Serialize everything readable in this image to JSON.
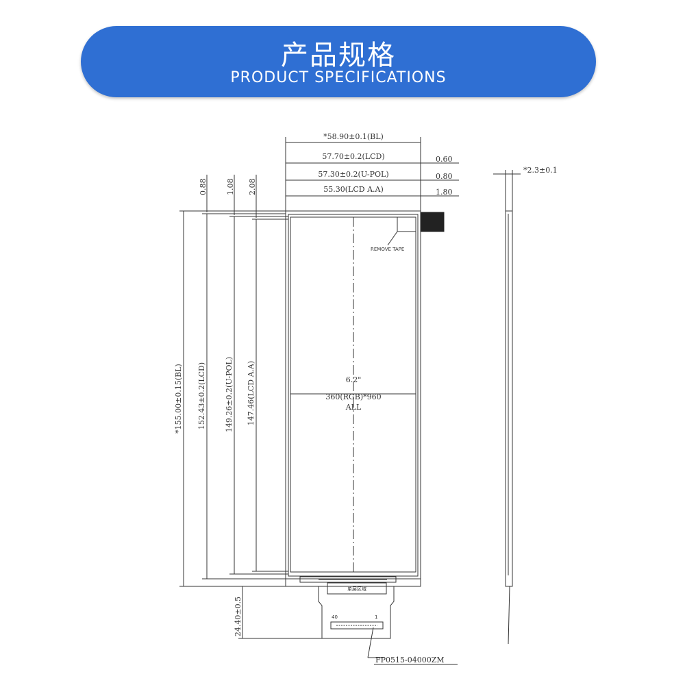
{
  "banner": {
    "title": "产品规格",
    "subtitle": "PRODUCT SPECIFICATIONS"
  },
  "drawing": {
    "width_dims": {
      "bl": "*58.90±0.1(BL)",
      "lcd": "57.70±0.2(LCD)",
      "upol": "57.30±0.2(U-POL)",
      "aa": "55.30(LCD A.A)"
    },
    "right_offsets": [
      "0.60",
      "0.80",
      "1.80"
    ],
    "top_offsets": [
      "0.88",
      "1.08",
      "2.08"
    ],
    "height_dims": {
      "bl": "*155.00±0.15(BL)",
      "lcd": "152.43±0.2(LCD)",
      "upol": "149.26±0.2(U-POL)",
      "aa": "147.46(LCD A.A)"
    },
    "thickness": "*2.3±0.1",
    "remove_tape": "REMOVE TAPE",
    "center_label": [
      "6.2\"",
      "360(RGB)*960",
      "ALL"
    ],
    "fpc_area_label": "单层区域",
    "fpc_length": "24.40±0.5",
    "pin_labels": [
      "40",
      "1"
    ],
    "fpc_part_number": "FP0515-04000ZM"
  }
}
